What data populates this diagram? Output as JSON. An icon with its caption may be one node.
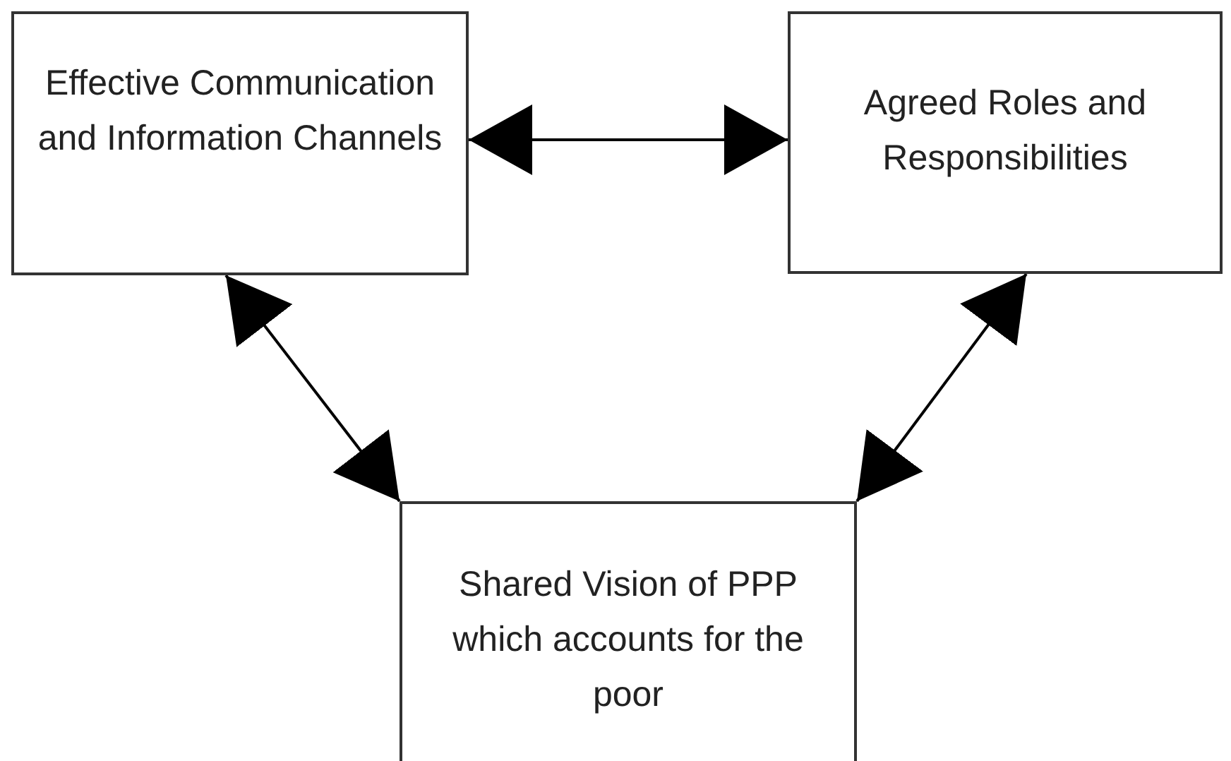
{
  "diagram": {
    "nodes": [
      {
        "text": [
          "Effective Communication and Information Channels"
        ]
      },
      {
        "text": [
          "Agreed Roles and Responsibilities"
        ]
      },
      {
        "text": [
          "Shared Vision of PPP which accounts for the poor"
        ]
      }
    ],
    "edges": [
      {
        "from": 0,
        "to": 1,
        "arrow": "both"
      },
      {
        "from": 0,
        "to": 2,
        "arrow": "both"
      },
      {
        "from": 1,
        "to": 2,
        "arrow": "both"
      }
    ]
  }
}
